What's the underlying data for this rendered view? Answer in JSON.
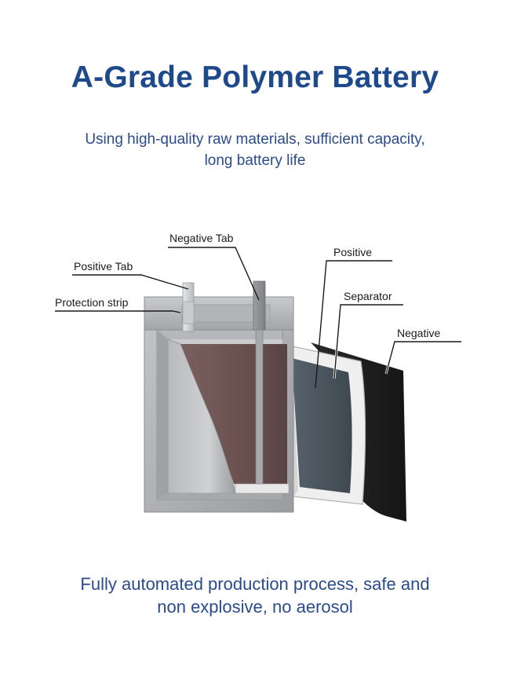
{
  "header": {
    "title": "A-Grade Polymer Battery",
    "subtitle_line1": "Using high-quality raw materials, sufficient capacity,",
    "subtitle_line2": "long battery life"
  },
  "diagram": {
    "labels": {
      "negative_tab": "Negative Tab",
      "positive_tab": "Positive Tab",
      "protection_strip": "Protection strip",
      "positive": "Positive",
      "separator": "Separator",
      "negative": "Negative"
    }
  },
  "footer": {
    "line1": "Fully automated production process, safe and",
    "line2": "non explosive, no aerosol"
  },
  "colors": {
    "title_blue": "#1e4a8c",
    "text_blue": "#2a4c8c",
    "cell_brown": "#6b5250",
    "positive_slate": "#4a5660",
    "negative_black": "#1e1e1e",
    "casing_gray": "#a8aaad"
  }
}
